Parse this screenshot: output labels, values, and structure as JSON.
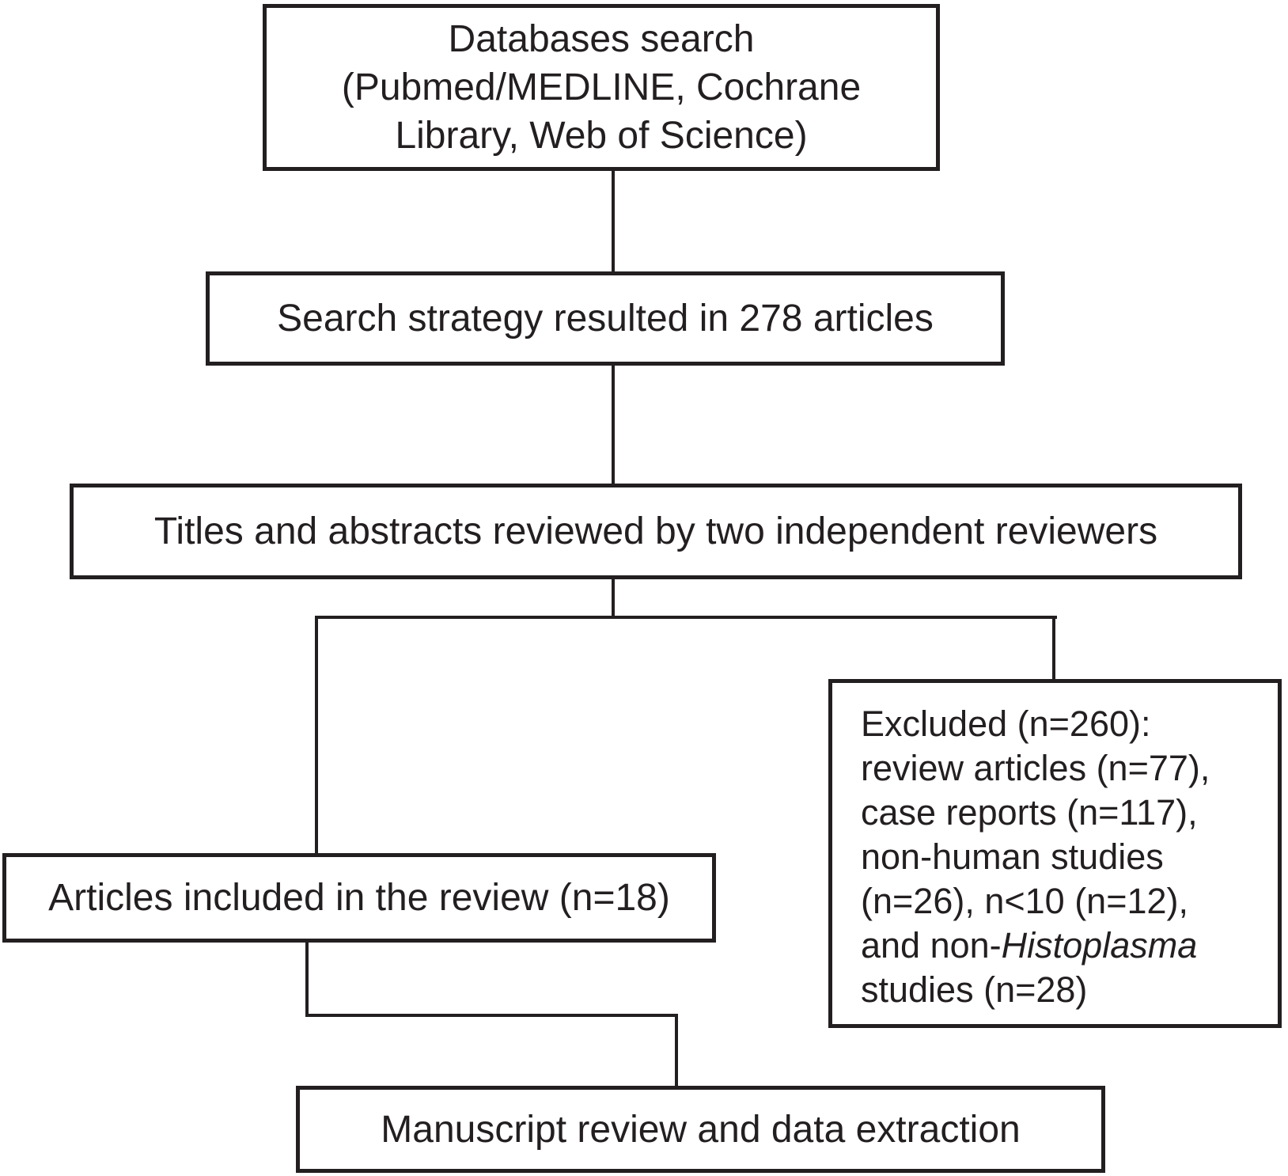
{
  "colors": {
    "ink": "#231f20",
    "background": "#ffffff"
  },
  "boxes": {
    "databases": {
      "lines": [
        "Databases search",
        "(Pubmed/MEDLINE, Cochrane",
        "Library, Web of Science)"
      ]
    },
    "search": {
      "text": "Search strategy resulted in 278 articles"
    },
    "titles": {
      "text": "Titles and abstracts reviewed by two independent reviewers"
    },
    "excluded": {
      "lines": [
        {
          "text": "Excluded (n=260):"
        },
        {
          "text": "review articles (n=77),"
        },
        {
          "text": "case reports (n=117),"
        },
        {
          "text": "non-human studies"
        },
        {
          "text": "(n=26), n<10 (n=12),"
        },
        {
          "prefix": "and non-",
          "italic": "Histoplasma"
        },
        {
          "text": "studies (n=28)"
        }
      ]
    },
    "included": {
      "text": "Articles included in the review (n=18)"
    },
    "manuscript": {
      "text": "Manuscript review and data extraction"
    }
  }
}
